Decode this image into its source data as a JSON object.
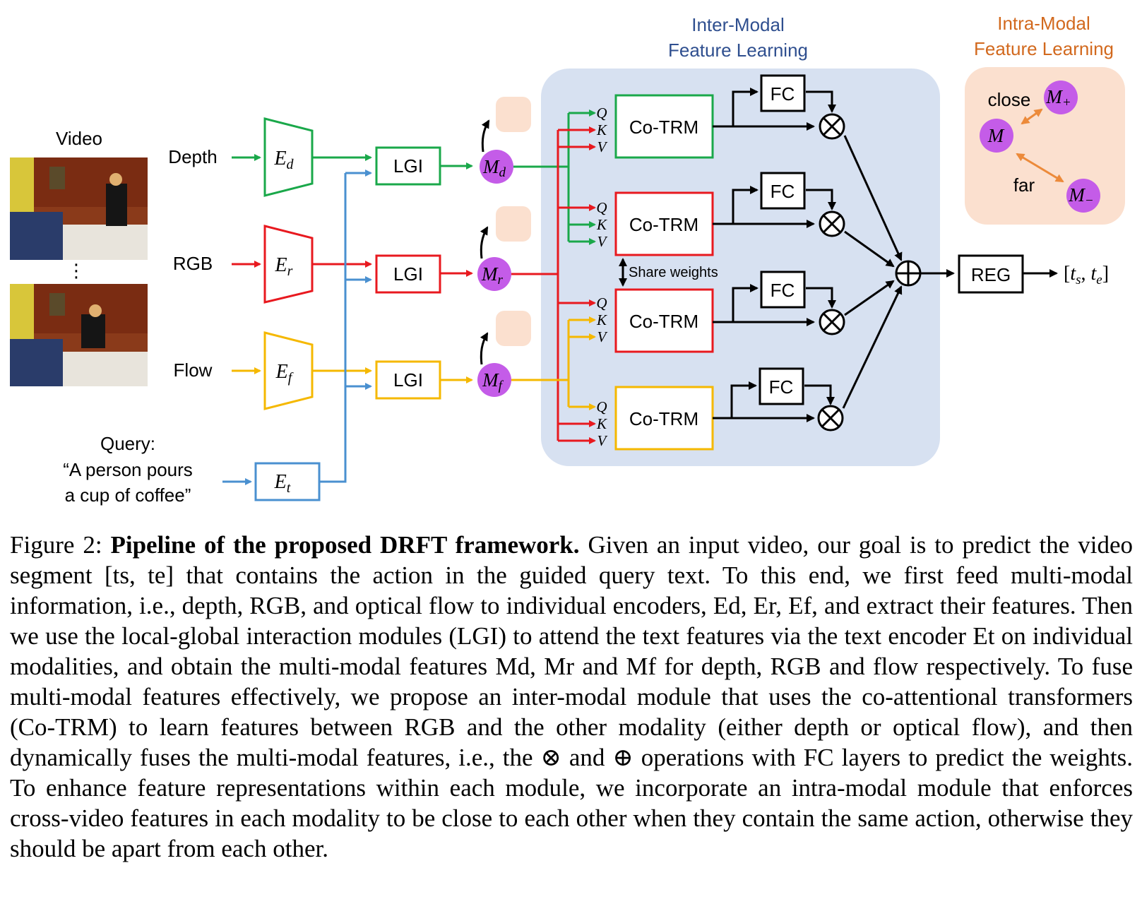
{
  "figure": {
    "video_title": "Video",
    "modalities": [
      "Depth",
      "RGB",
      "Flow"
    ],
    "query_label": "Query:",
    "query_line1": "“A person pours",
    "query_line2": "a cup of coffee”",
    "lgi_label": "LGI",
    "inter_modal_line1": "Inter-Modal",
    "inter_modal_line2": "Feature Learning",
    "intra_modal_line1": "Intra-Modal",
    "intra_modal_line2": "Feature Learning",
    "cotrm_label": "Co-TRM",
    "fc_label": "FC",
    "qkv": [
      "Q",
      "K",
      "V"
    ],
    "share_weights": "Share weights",
    "reg_label": "REG",
    "output_label": "[ts, te]",
    "close_label": "close",
    "far_label": "far",
    "colors": {
      "depth": "#1aa84a",
      "rgb": "#e8191f",
      "flow": "#f5b800",
      "text": "#4a90d0",
      "inter_bg": "#d7e1f1",
      "intra_bg": "#fbe0cf",
      "node": "#c45ce8",
      "inter_title": "#2f4f8f",
      "intra_title": "#d2691e",
      "intra_arrow": "#ec8a3a"
    }
  },
  "caption": {
    "label": "Figure 2:",
    "title": "Pipeline of the proposed DRFT framework.",
    "text": "Given an input video, our goal is to predict the video segment [ts, te] that contains the action in the guided query text. To this end, we first feed multi-modal information, i.e., depth, RGB, and optical flow to individual encoders, Ed, Er, Ef, and extract their features. Then we use the local-global interaction modules (LGI) to attend the text features via the text encoder Et on individual modalities, and obtain the multi-modal features Md, Mr and Mf for depth, RGB and flow respectively. To fuse multi-modal features effectively, we propose an inter-modal module that uses the co-attentional transformers (Co-TRM) to learn features between RGB and the other modality (either depth or optical flow), and then dynamically fuses the multi-modal features, i.e., the ⊗ and ⊕ operations with FC layers to predict the weights. To enhance feature representations within each module, we incorporate an intra-modal module that enforces cross-video features in each modality to be close to each other when they contain the same action, otherwise they should be apart from each other."
  }
}
